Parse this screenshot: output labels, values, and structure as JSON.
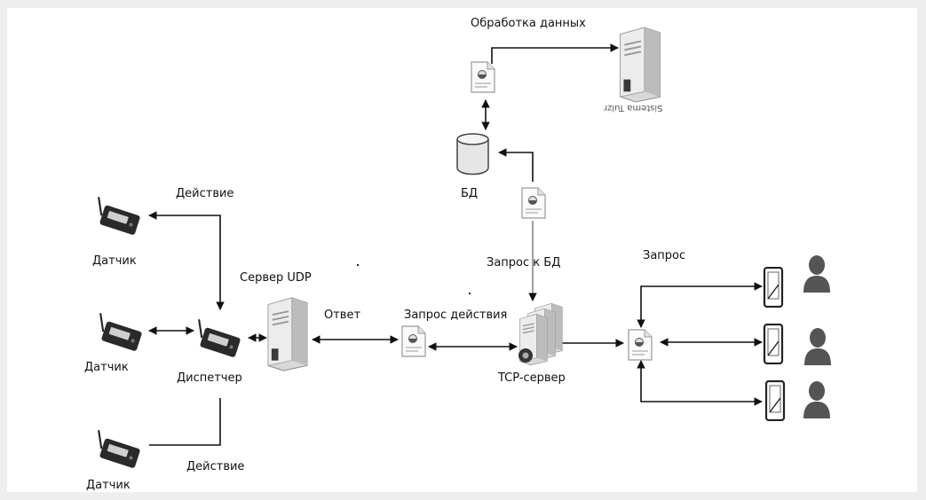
{
  "labels": {
    "processing": "Обработка данных",
    "db": "БД",
    "db_request": "Запрос к БД",
    "request": "Запрос",
    "action_top": "Действие",
    "action_bottom": "Действие",
    "sensor_1": "Датчик",
    "sensor_2": "Датчик",
    "sensor_3": "Датчик",
    "dispatcher": "Диспетчер",
    "udp_server": "Сервер UDP",
    "response": "Ответ",
    "action_request": "Запрос действия",
    "tcp_server": "TCP-сервер",
    "system_caption": "Sistema Tulzr"
  },
  "icons": [
    "sensor-device-icon",
    "server-tower-icon",
    "server-cluster-icon",
    "database-cylinder-icon",
    "document-icon",
    "smartphone-icon",
    "user-person-icon"
  ],
  "colors": {
    "line": "#111111",
    "background": "#ffffff"
  }
}
